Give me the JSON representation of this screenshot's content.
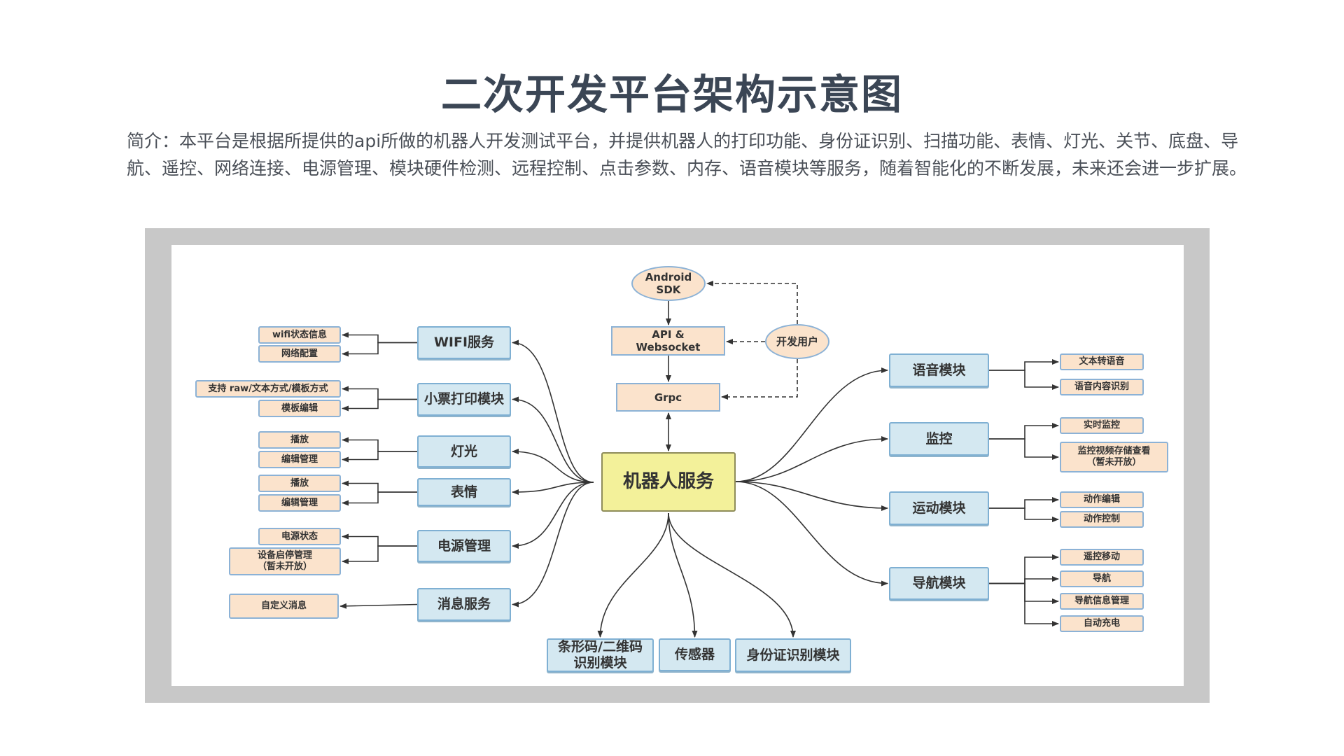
{
  "title": "二次开发平台架构示意图",
  "intro": "简介：本平台是根据所提供的api所做的机器人开发测试平台，并提供机器人的打印功能、身份证识别、扫描功能、表情、灯光、关节、底盘、导航、遥控、网络连接、电源管理、模块硬件检测、远程控制、点击参数、内存、语音模块等服务，随着智能化的不断发展，未来还会进一步扩展。",
  "colors": {
    "module_fill": "#d4e8f1",
    "module_border": "#7fb0d3",
    "leaf_fill": "#fbe3cc",
    "core_fill": "#f3f19a",
    "frame": "#c8c8c8",
    "title": "#3b4655"
  },
  "diagram": {
    "core": "机器人服务",
    "access": {
      "android_sdk": "Android\nSDK",
      "api": "API &\nWebsocket",
      "grpc": "Grpc",
      "developer": "开发用户"
    },
    "left_modules": [
      {
        "label": "WIFI服务",
        "children": [
          "wifi状态信息",
          "网络配置"
        ]
      },
      {
        "label": "小票打印模块",
        "children": [
          "支持 raw/文本方式/模板方式",
          "模板编辑"
        ]
      },
      {
        "label": "灯光",
        "children": [
          "播放",
          "编辑管理"
        ]
      },
      {
        "label": "表情",
        "children": [
          "播放",
          "编辑管理"
        ]
      },
      {
        "label": "电源管理",
        "children": [
          "电源状态",
          "设备启停管理\n（暂未开放）"
        ]
      },
      {
        "label": "消息服务",
        "children": [
          "自定义消息"
        ]
      }
    ],
    "right_modules": [
      {
        "label": "语音模块",
        "children": [
          "文本转语音",
          "语音内容识别"
        ]
      },
      {
        "label": "监控",
        "children": [
          "实时监控",
          "监控视频存储查看\n（暂未开放）"
        ]
      },
      {
        "label": "运动模块",
        "children": [
          "动作编辑",
          "动作控制"
        ]
      },
      {
        "label": "导航模块",
        "children": [
          "遥控移动",
          "导航",
          "导航信息管理",
          "自动充电"
        ]
      }
    ],
    "bottom_modules": [
      {
        "label": "条形码/二维码\n识别模块"
      },
      {
        "label": "传感器"
      },
      {
        "label": "身份证识别模块"
      }
    ]
  }
}
